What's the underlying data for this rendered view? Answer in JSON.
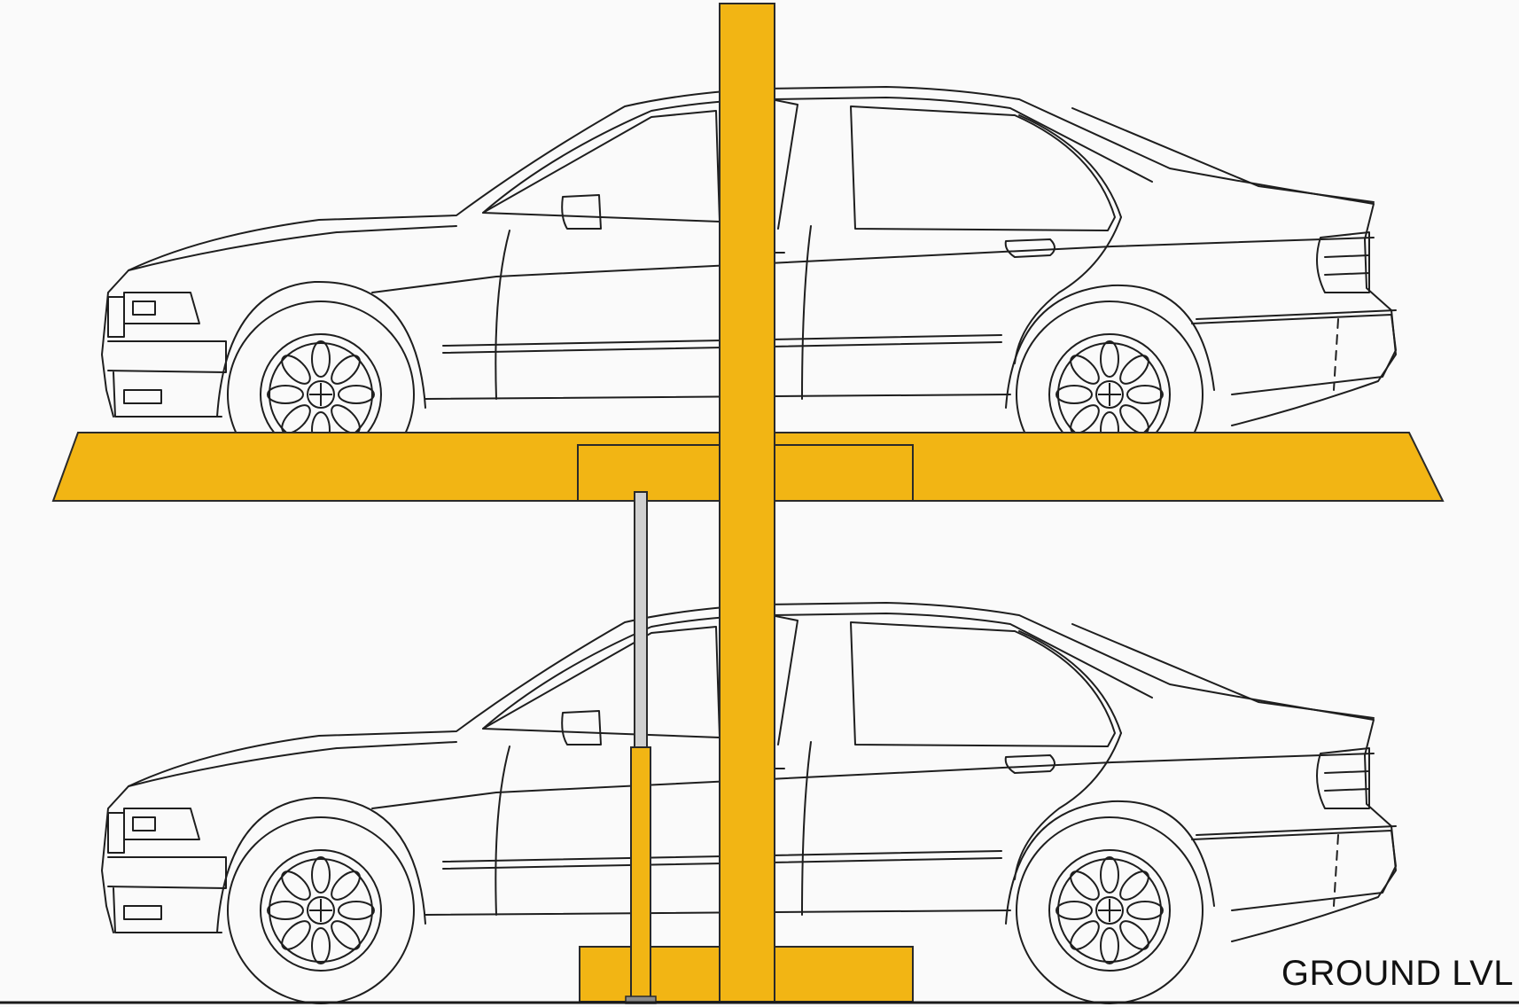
{
  "labels": {
    "ground": "GROUND LVL"
  },
  "colors": {
    "steel_yellow": "#F2B514",
    "outline": "#2a2a2a",
    "car_line": "#1e1e1e",
    "background": "#fafafa",
    "piston_rod": "#cfcfcf"
  },
  "parts": {
    "upper_vehicle": "car-side-view",
    "lower_vehicle": "car-side-view",
    "platform": "lift-platform",
    "post": "vertical-post",
    "cylinder": "hydraulic-cylinder"
  }
}
